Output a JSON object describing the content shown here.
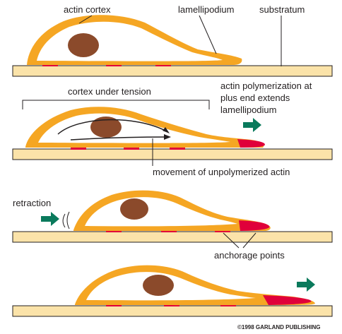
{
  "figure": {
    "labels": {
      "actin_cortex": "actin cortex",
      "lamellipodium": "lamellipodium",
      "substratum": "substratum",
      "cortex_under_tension": "cortex under tension",
      "actin_polymerization_1": "actin polymerization at",
      "actin_polymerization_2": "plus end extends",
      "actin_polymerization_3": "lamellipodium",
      "movement_unpolymerized": "movement of unpolymerized actin",
      "retraction": "retraction",
      "anchorage_points": "anchorage points"
    },
    "copyright": "©1998 GARLAND PUBLISHING",
    "colors": {
      "cortex": "#f5a623",
      "cytoplasm": "#ffffff",
      "nucleus": "#8b4a2b",
      "substratum": "#fbe3a9",
      "polymerizing_actin": "#e0003a",
      "arrow": "#0a7a5c",
      "anchorage": "#e0003a",
      "line": "#231f20"
    },
    "panels": [
      {
        "name": "stage-1-protrusion"
      },
      {
        "name": "stage-2-polymerization"
      },
      {
        "name": "stage-3-retraction"
      },
      {
        "name": "stage-4-advance"
      }
    ]
  }
}
